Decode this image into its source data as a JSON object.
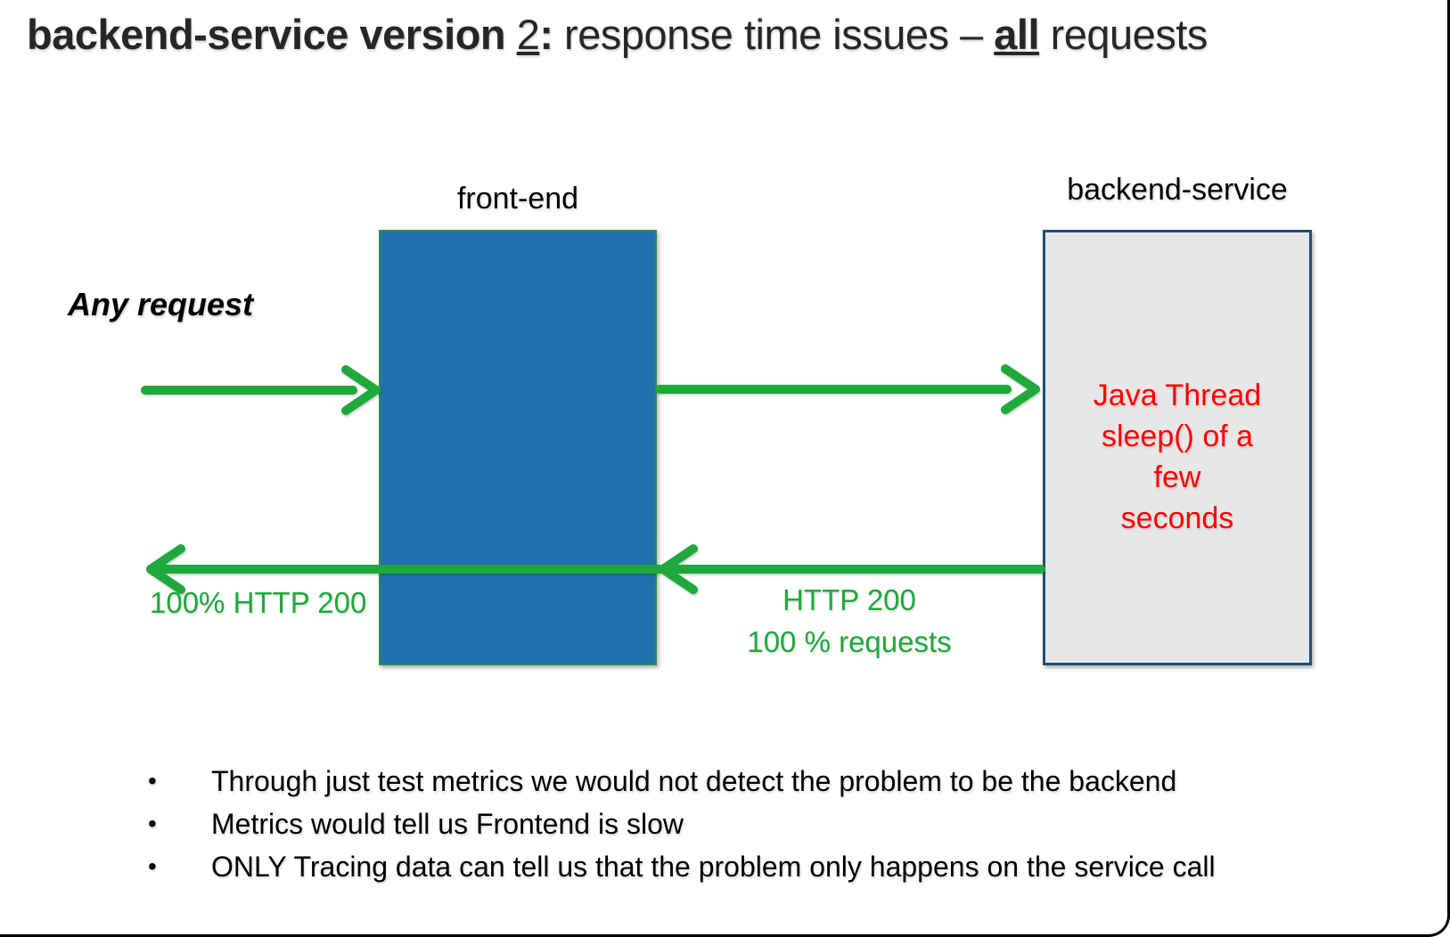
{
  "colors": {
    "background": "#ffffff",
    "frame": "#000000",
    "title_text": "#262626",
    "text": "#000000",
    "green": "#1fa83c",
    "frontend_fill": "#2171ae",
    "frontend_border": "#28914e",
    "backend_fill": "#e8e7e7",
    "backend_border": "#1f4e79",
    "red": "#ff0000"
  },
  "title": {
    "part_service_version": "backend-service version ",
    "part_version_number": "2",
    "part_colon": ":",
    "part_issue": " response time issues – ",
    "part_all": "all",
    "part_requests": " requests"
  },
  "diagram": {
    "frontend": {
      "label": "front-end"
    },
    "backend": {
      "label": "backend-service",
      "note_line1": "Java Thread",
      "note_line2": "sleep() of a",
      "note_line3": "few",
      "note_line4": "seconds"
    },
    "request_label": "Any request",
    "response_label_left": "100% HTTP 200",
    "response_label_mid_line1": "HTTP 200",
    "response_label_mid_line2": "100 % requests",
    "arrows": {
      "request_in": "incoming request to front-end",
      "request_frontend_to_backend": "front-end calls backend-service",
      "response_backend_to_frontend": "backend-service responds to front-end",
      "response_out": "front-end responds to caller"
    }
  },
  "list": {
    "marker": "•",
    "items": [
      "Through just test metrics we would not detect the problem to be the backend",
      "Metrics would tell us Frontend is slow",
      "ONLY Tracing data can tell us that the problem only happens on the service call"
    ]
  }
}
